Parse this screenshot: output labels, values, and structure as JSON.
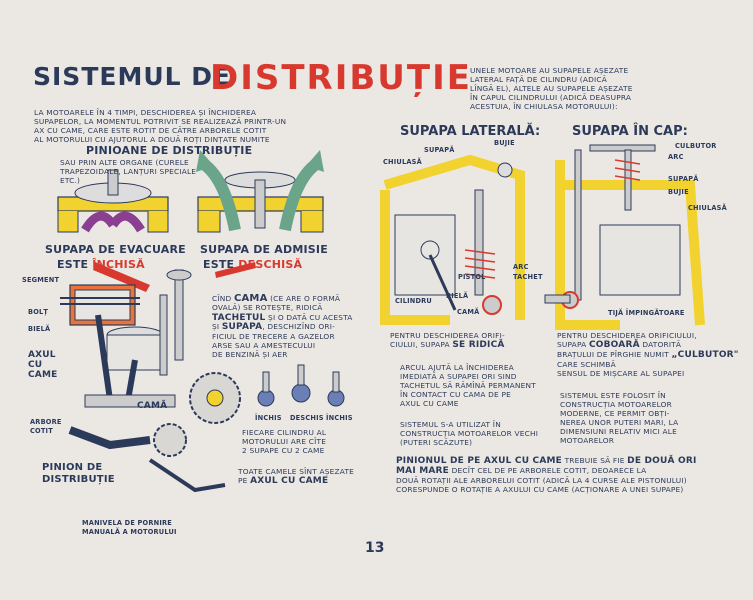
{
  "title": {
    "part1": "SISTEMUL DE",
    "part2": "DISTRIBUȚIE"
  },
  "intro": "LA MOTOARELE ÎN 4 TIMPI, DESCHIDEREA ȘI ÎNCHIDEREA\nSUPAPELOR, LA MOMENTUL POTRIVIT SE REALIZEAZĂ PRINTR-UN\nAX CU CAME, CARE ESTE ROTIT DE CĂTRE ARBORELE COTIT\nAL MOTORULUI CU AJUTORUL A DOUĂ ROȚI DINȚATE NUMITE",
  "pinioane_heading": "PINIOANE DE DISTRIBUȚIE",
  "pinioane_text": "SAU PRIN ALTE ORGANE (CURELE\nTRAPEZOIDALE, LANȚURI SPECIALE\nETC.)",
  "evacuare": {
    "line1": "SUPAPA DE EVACUARE",
    "este": "ESTE",
    "state": "ÎNCHISĂ"
  },
  "admisie": {
    "line1": "SUPAPA DE ADMISIE",
    "este": "ESTE",
    "state": "DESCHISĂ"
  },
  "engine_labels": {
    "segment": "SEGMENT",
    "bolt": "BOLȚ",
    "biela": "BIELĂ",
    "axul_cu_came": "AXUL\nCU\nCAME",
    "arbore_cotit": "ARBORE\nCOTIT",
    "cama": "CAMĂ",
    "pinion": "PINION DE\nDISTRIBUȚIE",
    "manivela": "MANIVELA DE PORNIRE\nMANUALĂ A MOTORULUI"
  },
  "cama_text": {
    "pre": "CÎND",
    "word": "CAMA",
    "post": "(CE ARE O FORMĂ\nOVALĂ) SE ROTEȘTE, RIDICĂ",
    "tachetul": "TACHETUL",
    "mid": "ȘI O DATĂ CU ACESTA",
    "si": "ȘI",
    "supapa": "SUPAPA",
    "rest": ", DESCHIZÎND ORI-\nFICIUL DE TRECERE A GAZELOR\nARSE SAU A AMESTECULUI\nDE BENZINĂ ȘI AER"
  },
  "cam_states": [
    "ÎNCHIS",
    "DESCHIS",
    "ÎNCHIS"
  ],
  "fiecare_text": "FIECARE CILINDRU AL\nMOTORULUI ARE CÎTE\n2 SUPAPE CU 2 CAME",
  "toate_text": "TOATE CAMELE SÎNT AȘEZATE\nPE",
  "toate_bold": "AXUL CU CAME",
  "unele_text": "UNELE MOTOARE AU SUPAPELE AȘEZATE\nLATERAL FAȚĂ DE CILINDRU (ADICĂ\nLÎNGĂ EL), ALTELE AU SUPAPELE AȘEZATE\nÎN CAPUL CILINDRULUI (ADICĂ DEASUPRA\nACESTUIA, ÎN CHIULASA MOTORULUI):",
  "supapa_laterala": "SUPAPA LATERALĂ:",
  "supapa_in_cap": "SUPAPA ÎN CAP:",
  "side_labels": {
    "supapa": "SUPAPĂ",
    "bujie": "BUJIE",
    "chiulasa": "CHIULASĂ",
    "pistol": "PISTOL",
    "arc": "ARC",
    "tachet": "TACHET",
    "cilindru": "CILINDRU",
    "biela": "BIELĂ",
    "cama": "CAMĂ"
  },
  "head_labels": {
    "culbutor": "CULBUTOR",
    "arc": "ARC",
    "supapa": "SUPAPĂ",
    "bujie": "BUJIE",
    "chiulasa": "CHIULASĂ",
    "tija": "TIJĂ ÎMPINGĂTOARE"
  },
  "lateral_desc": {
    "pre": "PENTRU DESCHIDEREA ORIFI-\nCIULUI, SUPAPA",
    "bold": "SE RIDICĂ"
  },
  "head_desc": {
    "pre": "PENTRU DESCHIDEREA ORIFICIULUI,\nSUPAPA",
    "bold1": "COBOARĂ",
    "mid": "DATORITĂ\nBRAȚULUI DE PÎRGHIE NUMIT",
    "bold2": "„CULBUTOR\"",
    "post": "CARE SCHIMBĂ\nSENSUL DE MIȘCARE AL SUPAPEI"
  },
  "arcul_text": "ARCUL AJUTĂ LA ÎNCHIDEREA\nIMEDIATĂ A SUPAPEI ORI SIND\nTACHETUL SĂ RĂMÎNĂ PERMANENT\nÎN CONTACT CU CAMA DE PE\nAXUL CU CAME",
  "sistemul_folosit": "SISTEMUL ESTE FOLOSIT ÎN\nCONSTRUCȚIA MOTOARELOR\nMODERNE, CE PERMIT OBȚI-\nNEREA UNOR PUTERI MARI, LA\nDIMENSIUNI RELATIV MICI ALE\nMOTOARELOR",
  "sistemul_utilizat": "SISTEMUL S-A UTILIZAT ÎN\nCONSTRUCȚIA MOTOARELOR VECHI\n(PUTERI SCĂZUTE)",
  "pinionul": {
    "bold1": "PINIONUL DE PE AXUL CU CAME",
    "t1": "TREBUIE SĂ FIE",
    "bold2": "DE DOUĂ ORI\nMAI MARE",
    "t2": "DECÎT CEL DE PE ARBORELE COTIT, DEOARECE LA\nDOUĂ ROTAȚII ALE ARBORELUI COTIT (ADICĂ LA 4 CURSE ALE PISTONULUI)\nCORESPUNDE O ROTAȚIE A AXULUI CU CAME (ACȚIONARE A UNEI SUPAPE)"
  },
  "page_number": "13",
  "colors": {
    "ink": "#2c3a5a",
    "red": "#d8392f",
    "yellow": "#f1d22f",
    "orange": "#e8743b",
    "purple": "#8a3f91",
    "green": "#6aa489",
    "paper": "#ebe8e4"
  }
}
